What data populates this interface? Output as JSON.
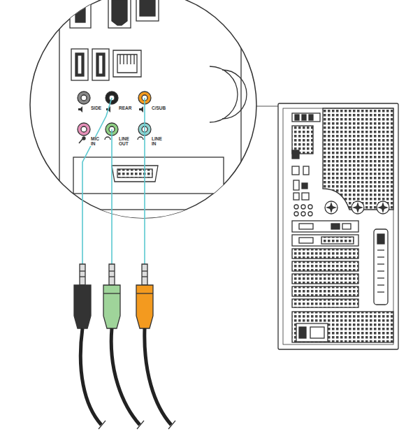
{
  "diagram": {
    "labels": [
      "SIDE",
      "REAR",
      "C/SUB",
      "MIC IN",
      "LINE OUT",
      "LINE IN"
    ]
  }
}
